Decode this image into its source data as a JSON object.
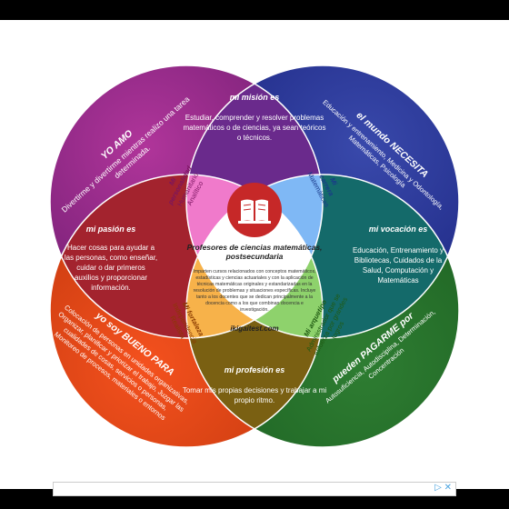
{
  "regions": {
    "love": {
      "title": "YO AMO",
      "body": [
        "Divertirme y divertirme mientras realizo una tarea",
        "determinada."
      ]
    },
    "need": {
      "title": "el mundo NECESITA",
      "body": [
        "Educación y entrenamiento, Medicina y Odontología,",
        "Matemáticas, Psicología"
      ]
    },
    "good": {
      "title": "yo soy BUENO PARA",
      "body": [
        "Colocación de personas en unidades organizativas,",
        "Organizar, planificar y priorizar el trabajo, Juzgar las",
        "cualidades de cosas, servicios o personas,",
        "Monitoreo de procesos, materiales o entornos"
      ]
    },
    "paid": {
      "title": "pueden PAGARME por",
      "body": [
        "Autosuficiencia, Autodisciplina, Determinación,",
        "Concentración"
      ]
    }
  },
  "intersections": {
    "mission": {
      "title": "mi misión es",
      "body": [
        "Estudiar, comprender y resolver problemas",
        "matemáticos o de ciencias, ya sean teóricos",
        "o técnicos."
      ]
    },
    "passion": {
      "title": "mi pasión es",
      "body": [
        "Hacer cosas para ayudar a",
        "las personas, como enseñar,",
        "cuidar o dar primeros",
        "auxilios y proporcionar",
        "información."
      ]
    },
    "vocation": {
      "title": "mi vocación es",
      "body": [
        "Educación, Entrenamiento y",
        "Bibliotecas, Cuidados de la",
        "Salud, Computación y",
        "Matemáticas"
      ]
    },
    "profession": {
      "title": "mi profesión es",
      "body": [
        "Tomar mis propias decisiones y trabajar a mi",
        "propio ritmo."
      ]
    }
  },
  "petals": {
    "personality": {
      "title": [
        "Mi",
        "personalidad"
      ],
      "body": [
        "Humanitario",
        "Analítico"
      ]
    },
    "career": {
      "title": [
        "Mi",
        "carrera"
      ],
      "body": [
        "Matemáticas"
      ]
    },
    "strength": {
      "title": [
        "Mi fortaleza"
      ],
      "body": [
        "Independencia",
        "Realista"
      ]
    },
    "archetype": {
      "title": [
        "Mi arquetipo"
      ],
      "body": [
        "Administrador que se",
        "esfuerza por grandes",
        "logros"
      ]
    }
  },
  "center": {
    "title": [
      "Profesores de ciencias matemáticas,",
      "postsecundaria"
    ],
    "body": [
      "Imparten cursos relacionados con conceptos matemáticos,",
      "estadísticas y ciencias actuariales y con la aplicación de",
      "técnicas matemáticas originales y estandarizadas en la",
      "resolución de problemas y situaciones específicas. Incluye",
      "tanto a los docentes que se dedican principalmente a la",
      "docencia como a los que combinan docencia e",
      "investigación."
    ],
    "site": "ikigaitest.com",
    "icon": "book-icon"
  },
  "colors": {
    "love": "#8e2a8a",
    "need": "#283593",
    "good": "#d84315",
    "paid": "#1e7d23",
    "accent": "#c62828"
  },
  "ad": {
    "icons": "▷ ✕"
  }
}
